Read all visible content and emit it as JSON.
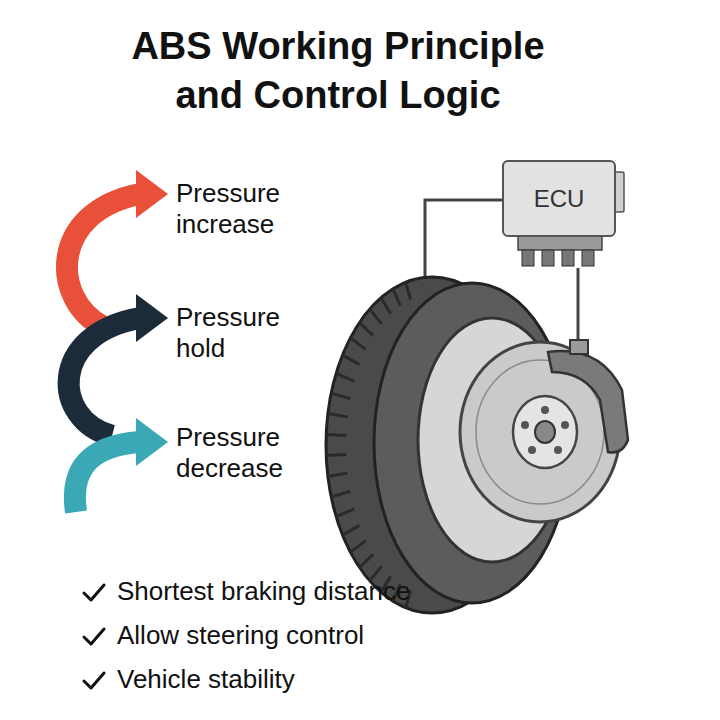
{
  "diagram": {
    "title": "ABS Working Principle and Control Logic",
    "nodes": [
      {
        "text": [
          "ECU"
        ]
      }
    ],
    "labels": [
      "Pressure increase",
      "Pressure hold",
      "Pressure decrease",
      "Shortest braking distance",
      "Allow steering control",
      "Vehicle stability"
    ]
  }
}
